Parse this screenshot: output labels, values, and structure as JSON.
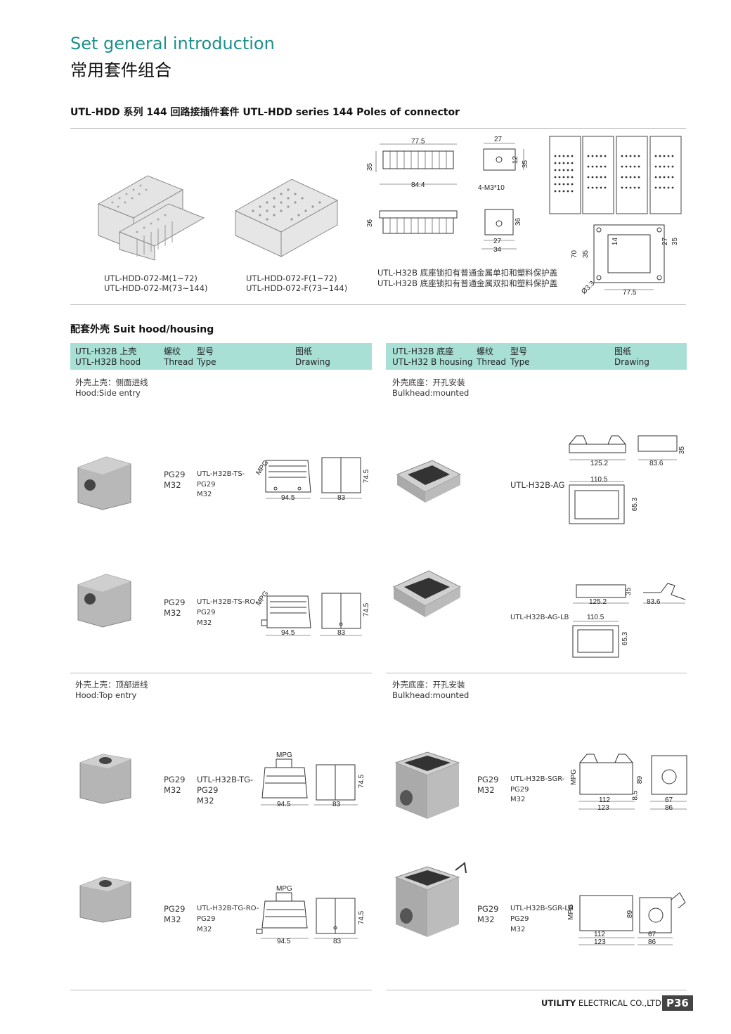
{
  "header": {
    "title_en": "Set general introduction",
    "title_zh": "常用套件组合"
  },
  "section1": {
    "title": "UTL-HDD 系列 144 回路接插件套件  UTL-HDD series 144 Poles of connector",
    "male_caption_1": "UTL-HDD-072-M(1~72)",
    "male_caption_2": "UTL-HDD-072-M(73~144)",
    "female_caption_1": "UTL-HDD-072-F(1~72)",
    "female_caption_2": "UTL-HDD-072-F(73~144)",
    "base_caption_1": "UTL-H32B 底座锁扣有普通金属单扣和塑料保护盖",
    "base_caption_2": "UTL-H32B 底座锁扣有普通金属双扣和塑料保护盖",
    "dims": {
      "d775": "77.5",
      "d844": "84.4",
      "d35": "35",
      "d27": "27",
      "d12": "12",
      "d35b": "35",
      "m3": "4-M3*10",
      "d36": "36",
      "d36b": "36",
      "d27b": "27",
      "d34": "34",
      "d70": "70",
      "d35c": "35",
      "d14": "14",
      "d27c": "27",
      "d35d": "35",
      "d33": "Ø3.3",
      "d775b": "77.5"
    }
  },
  "section2": {
    "title": "配套外壳  Suit hood/housing",
    "left_header": {
      "col1_zh": "UTL-H32B 上壳",
      "col1_en": "UTL-H32B hood",
      "col2_zh": "螺纹",
      "col2_en": "Thread",
      "col3_zh": "型号",
      "col3_en": "Type",
      "col4_zh": "图纸",
      "col4_en": "Drawing"
    },
    "right_header": {
      "col1_zh": "UTL-H32B 底座",
      "col1_en": "UTL-H32 B housing",
      "col2_zh": "螺纹",
      "col2_en": "Thread",
      "col3_zh": "型号",
      "col3_en": "Type",
      "col4_zh": "图纸",
      "col4_en": "Drawing"
    },
    "left_group1": {
      "zh": "外壳上壳：侧面进线",
      "en": "Hood:Side entry"
    },
    "right_group1": {
      "zh": "外壳底座：开孔安装",
      "en": "Bulkhead:mounted"
    },
    "left_group2": {
      "zh": "外壳上壳：顶部进线",
      "en": "Hood:Top entry"
    },
    "right_group2": {
      "zh": "外壳底座：开孔安装",
      "en": "Bulkhead:mounted"
    },
    "rows": [
      {
        "thread1": "PG29",
        "thread2": "M32",
        "type1": "UTL-H32B-TS-",
        "type2": "PG29",
        "type3": "M32",
        "mpg": "MPG",
        "w": "94.5",
        "d": "83",
        "h": "74.5"
      },
      {
        "thread1": "PG29",
        "thread2": "M32",
        "type1": "UTL-H32B-TS-RO-",
        "type2": "PG29",
        "type3": "M32",
        "mpg": "MPG",
        "w": "94.5",
        "d": "83",
        "h": "74.5"
      },
      {
        "thread1": "PG29",
        "thread2": "M32",
        "type1": "UTL-H32B-TG-",
        "type2": "PG29",
        "type3": "M32",
        "mpg": "MPG",
        "w": "94.5",
        "d": "83",
        "h": "74.5"
      },
      {
        "thread1": "PG29",
        "thread2": "M32",
        "type1": "UTL-H32B-TG-RO-",
        "type2": "PG29",
        "type3": "M32",
        "mpg": "MPG",
        "w": "94.5",
        "d": "83",
        "h": "74.5"
      }
    ],
    "right_rows": [
      {
        "type1": "UTL-H32B-AG",
        "w": "125.2",
        "d": "83.6",
        "h": "35",
        "iw": "110.5",
        "ih": "65.3"
      },
      {
        "type1": "UTL-H32B-AG-LB",
        "w": "125.2",
        "d": "83.6",
        "h": "35",
        "iw": "110.5",
        "ih": "65.3"
      },
      {
        "thread1": "PG29",
        "thread2": "M32",
        "type1": "UTL-H32B-SGR-",
        "type2": "PG29",
        "type3": "M32",
        "mpg": "MPG",
        "w": "112",
        "w2": "123",
        "d": "67",
        "d2": "86",
        "h": "89",
        "h2": "8.5"
      },
      {
        "thread1": "PG29",
        "thread2": "M32",
        "type1": "UTL-H32B-SGR-LB",
        "type2": "PG29",
        "type3": "M32",
        "mpg": "MPG",
        "w": "112",
        "w2": "123",
        "d": "67",
        "d2": "86",
        "h": "89"
      }
    ]
  },
  "footer": {
    "company_bold": "UTILITY",
    "company_rest": " ELECTRICAL CO.,LTD.",
    "page": "P36"
  }
}
